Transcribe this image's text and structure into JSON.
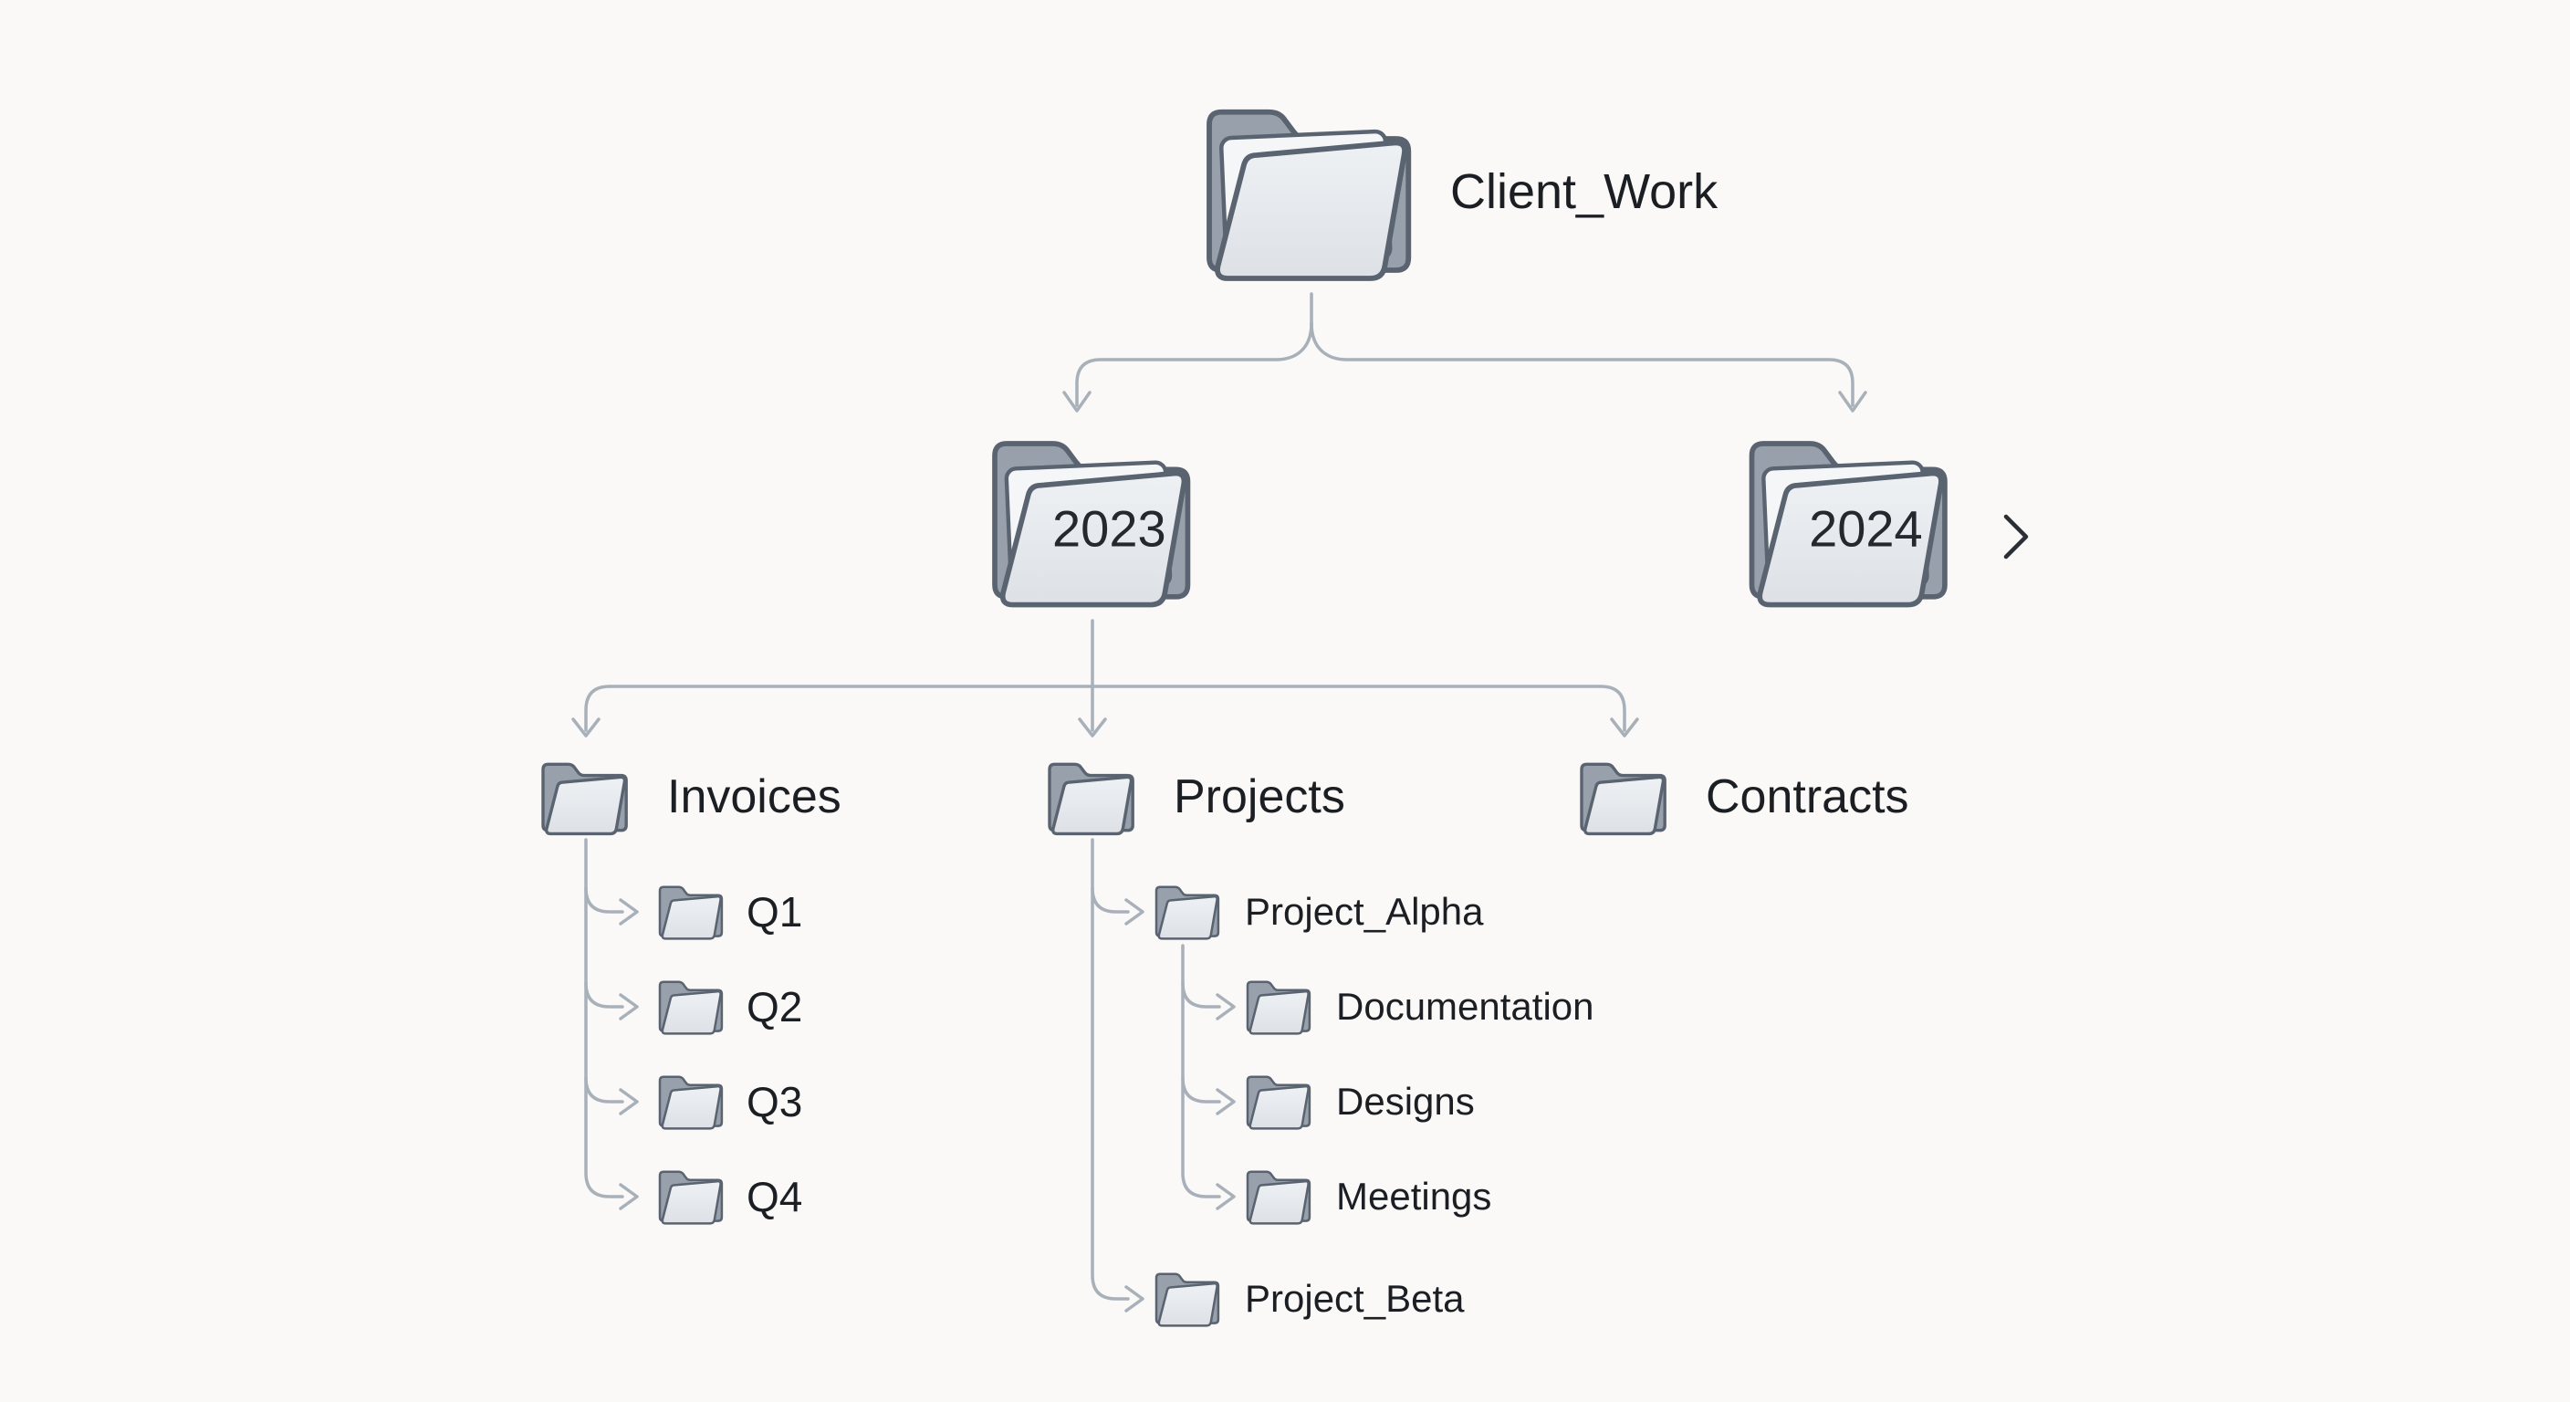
{
  "diagram": {
    "type": "folder-tree",
    "colors": {
      "background": "#faf9f7",
      "connector_line": "#a8b0ba",
      "folder_back": "#97a0ab",
      "folder_front": "#e3e7eb",
      "folder_sheet": "#f4f6f8",
      "folder_outline": "#5a6370",
      "text": "#1b1e23",
      "chevron": "#2b2f36"
    },
    "icons": {
      "folder": "open-folder-icon",
      "more_indicator": "chevron-right"
    },
    "tree": {
      "root": {
        "label": "Client_Work"
      },
      "years": [
        {
          "label": "2023"
        },
        {
          "label": "2024",
          "has_more_indicator": true
        }
      ],
      "categories": [
        {
          "label": "Invoices"
        },
        {
          "label": "Projects"
        },
        {
          "label": "Contracts"
        }
      ],
      "invoices_children": [
        {
          "label": "Q1"
        },
        {
          "label": "Q2"
        },
        {
          "label": "Q3"
        },
        {
          "label": "Q4"
        }
      ],
      "projects_children": [
        {
          "label": "Project_Alpha"
        },
        {
          "label": "Project_Beta"
        }
      ],
      "project_alpha_children": [
        {
          "label": "Documentation"
        },
        {
          "label": "Designs"
        },
        {
          "label": "Meetings"
        }
      ]
    }
  }
}
